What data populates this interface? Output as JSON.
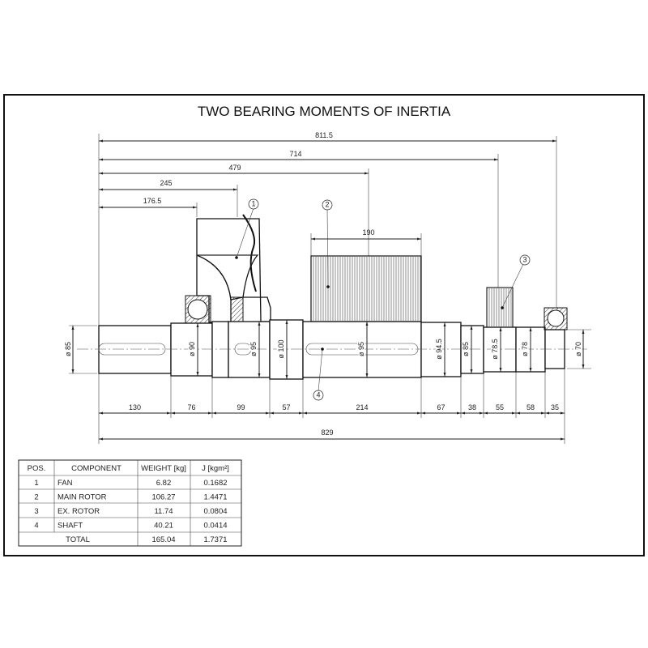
{
  "title": "TWO BEARING MOMENTS OF INERTIA",
  "top_dimensions": [
    "811.5",
    "714",
    "479",
    "245",
    "176.5",
    "190"
  ],
  "diameters": [
    "ø 85",
    "ø 90",
    "ø 95",
    "ø 100",
    "ø 95",
    "ø 94.5",
    "ø 85",
    "ø 78.5",
    "ø 78",
    "ø 70"
  ],
  "bottom_dimensions": [
    "130",
    "76",
    "99",
    "57",
    "214",
    "67",
    "38",
    "55",
    "58",
    "35"
  ],
  "overall_length": "829",
  "callouts": [
    "1",
    "2",
    "3",
    "4"
  ],
  "table": {
    "headers": [
      "POS.",
      "COMPONENT",
      "WEIGHT [kg]",
      "J [kgm²]"
    ],
    "rows": [
      [
        "1",
        "FAN",
        "6.82",
        "0.1682"
      ],
      [
        "2",
        "MAIN ROTOR",
        "106.27",
        "1.4471"
      ],
      [
        "3",
        "EX. ROTOR",
        "11.74",
        "0.0804"
      ],
      [
        "4",
        "SHAFT",
        "40.21",
        "0.0414"
      ]
    ],
    "total_label": "TOTAL",
    "total_weight": "165.04",
    "total_j": "1.7371"
  }
}
